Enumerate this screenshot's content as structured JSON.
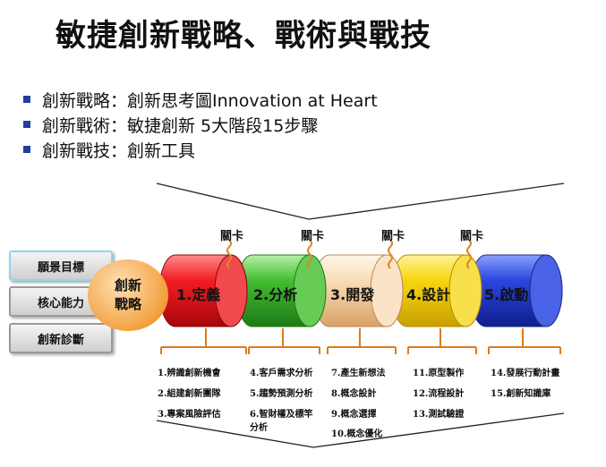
{
  "title": "敏捷創新戰略、戰術與戰技",
  "bullets": [
    "創新戰略：創新思考圖Innovation at Heart",
    "創新戰術：敏捷創新 5大階段15步驟",
    "創新戰技：創新工具"
  ],
  "sidebar": {
    "items": [
      "願景目標",
      "核心能力",
      "創新診斷"
    ]
  },
  "strategy": {
    "line1": "創新",
    "line2": "戰略"
  },
  "gate_label": "關卡",
  "stages": [
    {
      "label": "1.定義",
      "color": "#e8121b",
      "items": [
        "1.辨識創新機會",
        "2.組建創新團隊",
        "3.專案風險評估"
      ]
    },
    {
      "label": "2.分析",
      "color": "#3bb52e",
      "items": [
        "4.客戶需求分析",
        "5.趨勢預測分析",
        "6.智財權及標竿",
        "分析"
      ]
    },
    {
      "label": "3.開發",
      "color": "#f6d3a8",
      "items": [
        "7.產生新想法",
        "8.概念設計",
        "9.概念選擇",
        "10.概念優化"
      ]
    },
    {
      "label": "4.設計",
      "color": "#f5d40f",
      "items": [
        "11.原型製作",
        "12.流程設計",
        "13.測試驗證"
      ]
    },
    {
      "label": "5.啟動",
      "color": "#2340d6",
      "items": [
        "14.發展行動計畫",
        "15.創新知識庫"
      ]
    }
  ]
}
